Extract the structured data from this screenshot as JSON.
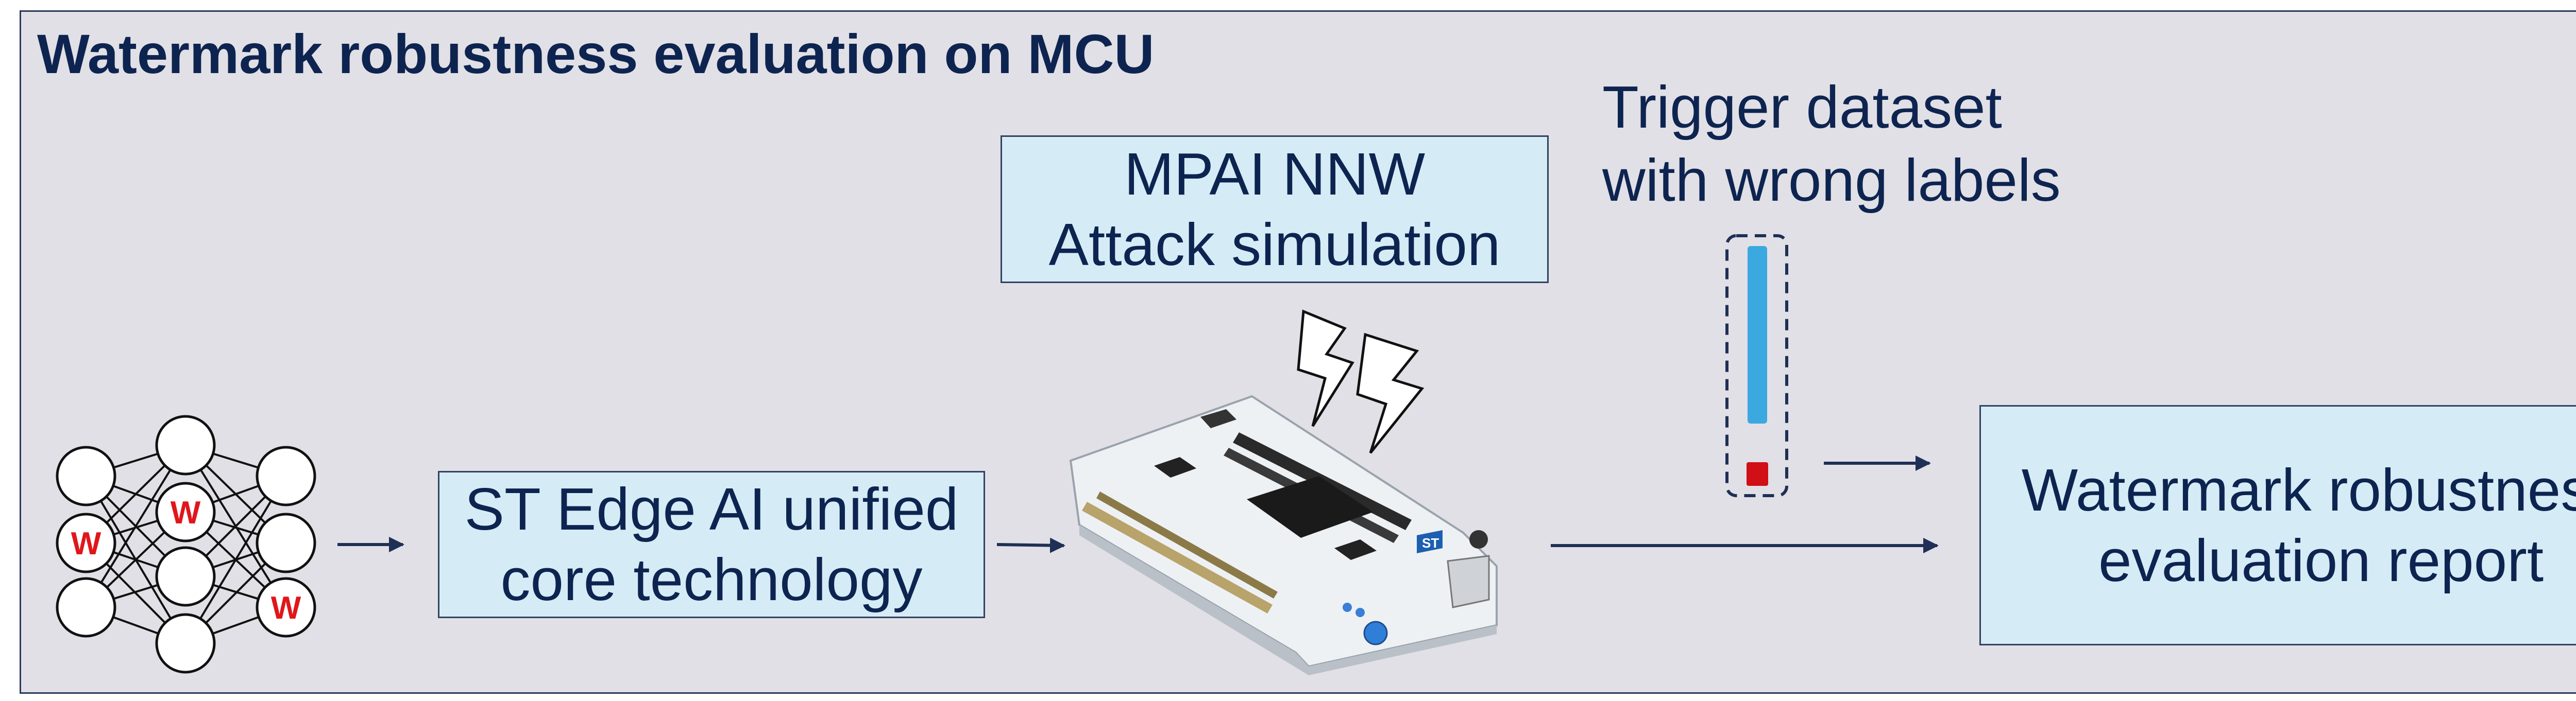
{
  "title": "Watermark robustness evaluation on MCU",
  "attack_box": {
    "line1": "MPAI NNW",
    "line2": "Attack simulation"
  },
  "core_box": {
    "line1": "ST Edge AI unified",
    "line2": "core technology"
  },
  "trigger": {
    "line1": "Trigger dataset",
    "line2": "with wrong labels"
  },
  "report_box": {
    "line1": "Watermark robustness",
    "line2": "evaluation report"
  },
  "network": {
    "marker_letter": "W",
    "marker_color": "#e0161b"
  },
  "colors": {
    "arrow": "#1f2f55",
    "box_fill": "#d5ecf7",
    "panel_fill": "#e1e0e6",
    "board_fill": "#f2f4f6",
    "trigger_bar": "#3ba9e0",
    "trigger_wrong": "#d10f16"
  },
  "board": {
    "logo_text": "ST"
  }
}
